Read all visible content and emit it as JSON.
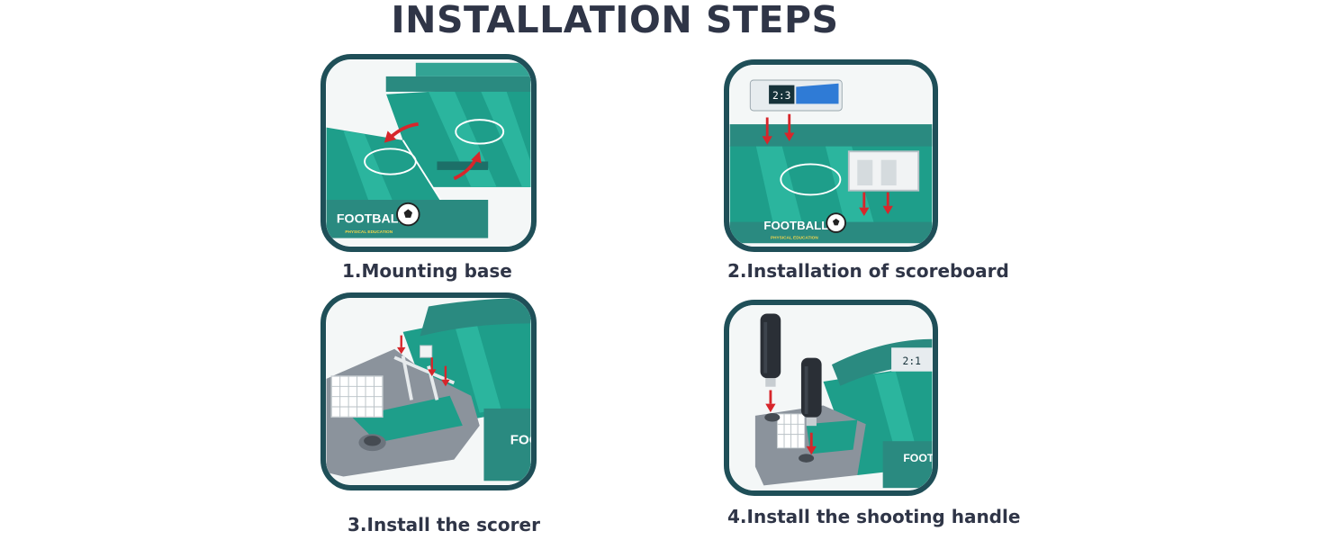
{
  "title": "INSTALLATION STEPS",
  "steps": [
    {
      "caption": "1.Mounting base",
      "brand": "FOOTBALL",
      "sub": "PHYSICAL EDUCATION"
    },
    {
      "caption": "2.Installation of scoreboard",
      "brand": "FOOTBALL",
      "sub": "PHYSICAL EDUCATION",
      "score": "2:3"
    },
    {
      "caption": "3.Install the scorer",
      "brand": "FOO"
    },
    {
      "caption": "4.Install the shooting handle",
      "brand": "FOOT",
      "score": "2:1"
    }
  ],
  "colors": {
    "title": "#2f3547",
    "frame": "#1f4f58",
    "field": "#1e9e8a",
    "field_stripe": "#2bb59e",
    "wall": "#2a8a80",
    "goal_body": "#8b939c",
    "arrow": "#d7262b"
  }
}
